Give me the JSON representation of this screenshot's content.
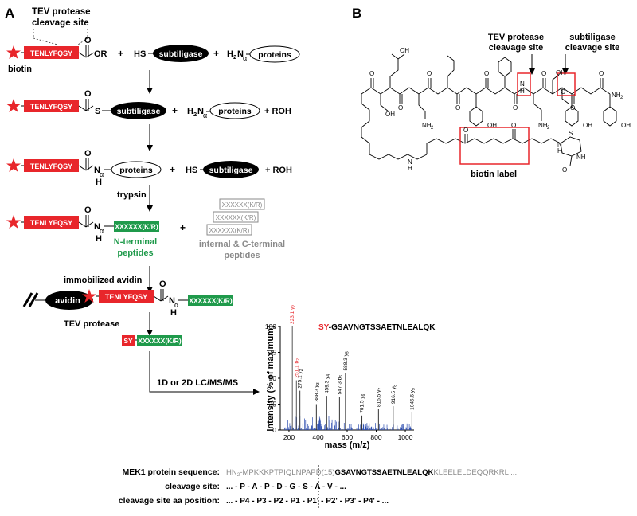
{
  "panels": {
    "a": "A",
    "b": "B"
  },
  "tev_site_label": [
    "TEV protease",
    "cleavage site"
  ],
  "subtiligase_site_label": [
    "subtiligase",
    "cleavage site"
  ],
  "biotin": "biotin",
  "peptide_tag": "TENLYFQSY",
  "enzyme": "subtiligase",
  "proteins": "proteins",
  "HS": "HS",
  "H2N": "H",
  "N_sub2": "2",
  "N": "N",
  "alpha": "α",
  "H": "H",
  "O": "O",
  "S": "S",
  "OR": "OR",
  "plus": "+",
  "ROH": "+ ROH",
  "trypsin": "trypsin",
  "xpeptide": "XXXXXX(K/R)",
  "n_term_label": [
    "N-terminal",
    "peptides"
  ],
  "internal_label": [
    "internal & C-terminal",
    "peptides"
  ],
  "immobilized_avidin": "immobilized avidin",
  "avidin": "avidin",
  "tev_protease": "TEV protease",
  "SY": "SY",
  "lcms": "1D or 2D LC/MS/MS",
  "biotin_label": "biotin label",
  "chem_atoms": {
    "OH": "OH",
    "NH2": "NH",
    "sub2": "2",
    "HN": "HN",
    "NH": "NH",
    "H": "H",
    "N": "N",
    "O": "O",
    "S": "S"
  },
  "chart_data": {
    "type": "bar",
    "title": "",
    "peptide_sy": "SY",
    "peptide_seq": "-GSAVNGTSSAETNLEALQK",
    "xlabel": "mass (m/z)",
    "ylabel": "intensity (% of maximum)",
    "xlim": [
      140,
      1060
    ],
    "ylim": [
      0,
      100
    ],
    "xticks": [
      "200",
      "400",
      "600",
      "800",
      "1000"
    ],
    "yticks": [
      "0",
      "25",
      "50",
      "75",
      "100"
    ],
    "peaks": [
      {
        "x": 223.1,
        "y": 100,
        "label": "223.1 y",
        "sub": "2",
        "color": "#e8262b"
      },
      {
        "x": 251.1,
        "y": 48,
        "label": "251.1 b",
        "sub": "2",
        "color": "#e8262b"
      },
      {
        "x": 275.1,
        "y": 38,
        "label": "275.1 y",
        "sub": "2",
        "color": "#000000"
      },
      {
        "x": 388.3,
        "y": 25,
        "label": "388.3 y",
        "sub": "3",
        "color": "#000000"
      },
      {
        "x": 459.3,
        "y": 33,
        "label": "459.3 y",
        "sub": "4",
        "color": "#000000"
      },
      {
        "x": 547.3,
        "y": 32,
        "label": "547.3 b",
        "sub": "6",
        "color": "#000000"
      },
      {
        "x": 588.3,
        "y": 55,
        "label": "588.3 y",
        "sub": "5",
        "color": "#000000"
      },
      {
        "x": 701.5,
        "y": 14,
        "label": "701.5 y",
        "sub": "6",
        "color": "#000000"
      },
      {
        "x": 815.5,
        "y": 20,
        "label": "815.5 y",
        "sub": "7",
        "color": "#000000"
      },
      {
        "x": 916.5,
        "y": 23,
        "label": "916.5 y",
        "sub": "8",
        "color": "#000000"
      },
      {
        "x": 1045.6,
        "y": 17,
        "label": "1045.6 y",
        "sub": "9",
        "color": "#000000"
      }
    ],
    "noise_color": "#2f4fb0"
  },
  "bottom": {
    "row1_label": "MEK1 protein sequence:",
    "row1_hn": "HN",
    "row1_hn_sub": "2",
    "row1_pre": "-MPKKKPTPIQLNPAPD(15)",
    "row1_mid": "GSAVNGTSSAETNLEALQK",
    "row1_post": "KLEELELDEQQRKRL ...",
    "row2_label": "cleavage site:",
    "row2_value": "... - P - A - P - D - G - S - A - V - ...",
    "row3_label": "cleavage site aa position:",
    "row3_value": "... - P4 - P3 - P2 - P1 - P1' - P2' - P3' - P4' - ..."
  },
  "colors": {
    "red": "#e8262b",
    "green": "#1f9a4b",
    "gray": "#8a8a8a",
    "black": "#000000",
    "blue": "#2f4fb0"
  }
}
